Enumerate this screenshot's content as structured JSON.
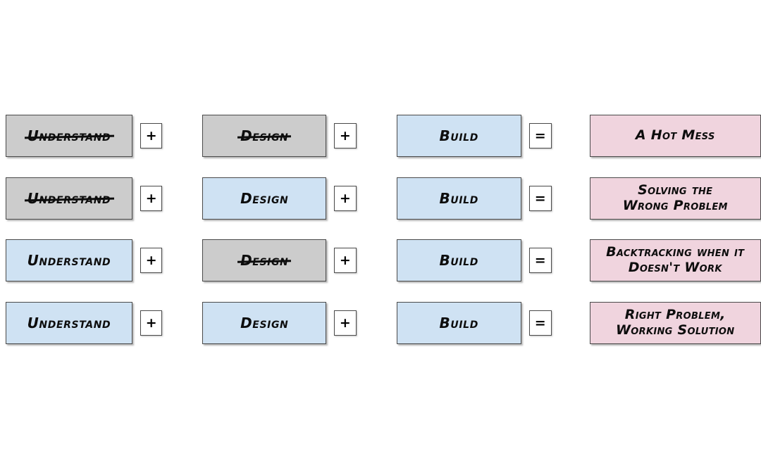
{
  "diagram": {
    "title": "Understand + Design + Build equation rows",
    "colors": {
      "skipped_fill": "#cccccc",
      "done_fill": "#cfe2f3",
      "outcome_fill": "#f0d4de",
      "border": "#4a4a4a",
      "text": "#0d0d0d",
      "background": "#ffffff"
    },
    "operators": {
      "plus": "+",
      "equals": "="
    },
    "rows": [
      {
        "understand": "Understand",
        "understand_state": "skipped",
        "design": "Design",
        "design_state": "skipped",
        "build": "Build",
        "build_state": "done",
        "result": "A Hot Mess"
      },
      {
        "understand": "Understand",
        "understand_state": "skipped",
        "design": "Design",
        "design_state": "done",
        "build": "Build",
        "build_state": "done",
        "result": "Solving the\nWrong Problem"
      },
      {
        "understand": "Understand",
        "understand_state": "done",
        "design": "Design",
        "design_state": "skipped",
        "build": "Build",
        "build_state": "done",
        "result": "Backtracking when it\nDoesn't Work"
      },
      {
        "understand": "Understand",
        "understand_state": "done",
        "design": "Design",
        "design_state": "done",
        "build": "Build",
        "build_state": "done",
        "result": "Right Problem,\nWorking Solution"
      }
    ]
  }
}
